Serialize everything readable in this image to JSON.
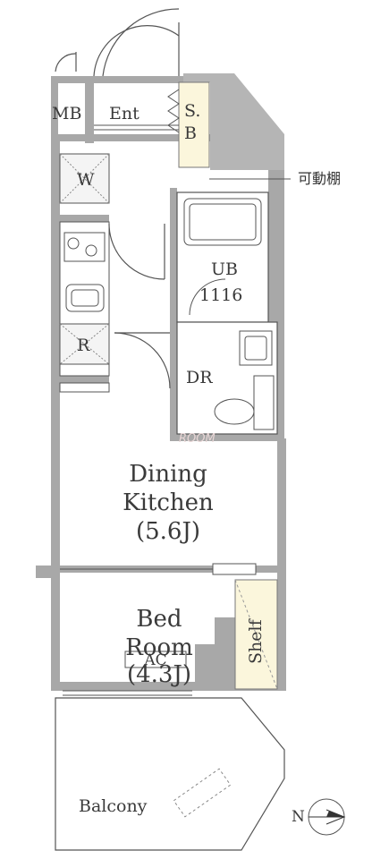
{
  "labels": {
    "mb": "MB",
    "ent": "Ent",
    "sb_top": "S.",
    "sb_bottom": "B",
    "w": "W",
    "r": "R",
    "ub": "UB",
    "ub_size": "1116",
    "dr": "DR",
    "movable_shelf": "可動棚",
    "dining_line1": "Dining",
    "dining_line2": "Kitchen",
    "dining_size": "(5.6J)",
    "bed_line1": "Bed",
    "bed_line2": "Room",
    "bed_size": "(4.3J)",
    "ac": "AC",
    "shelf": "Shelf",
    "balcony": "Balcony",
    "north": "N"
  },
  "watermark": "ROOM",
  "colors": {
    "wall": "#a8a8a8",
    "shaft": "#b5b5b5",
    "line": "#555555",
    "storage": "#fbf6dc",
    "text": "#3a3a3a"
  }
}
